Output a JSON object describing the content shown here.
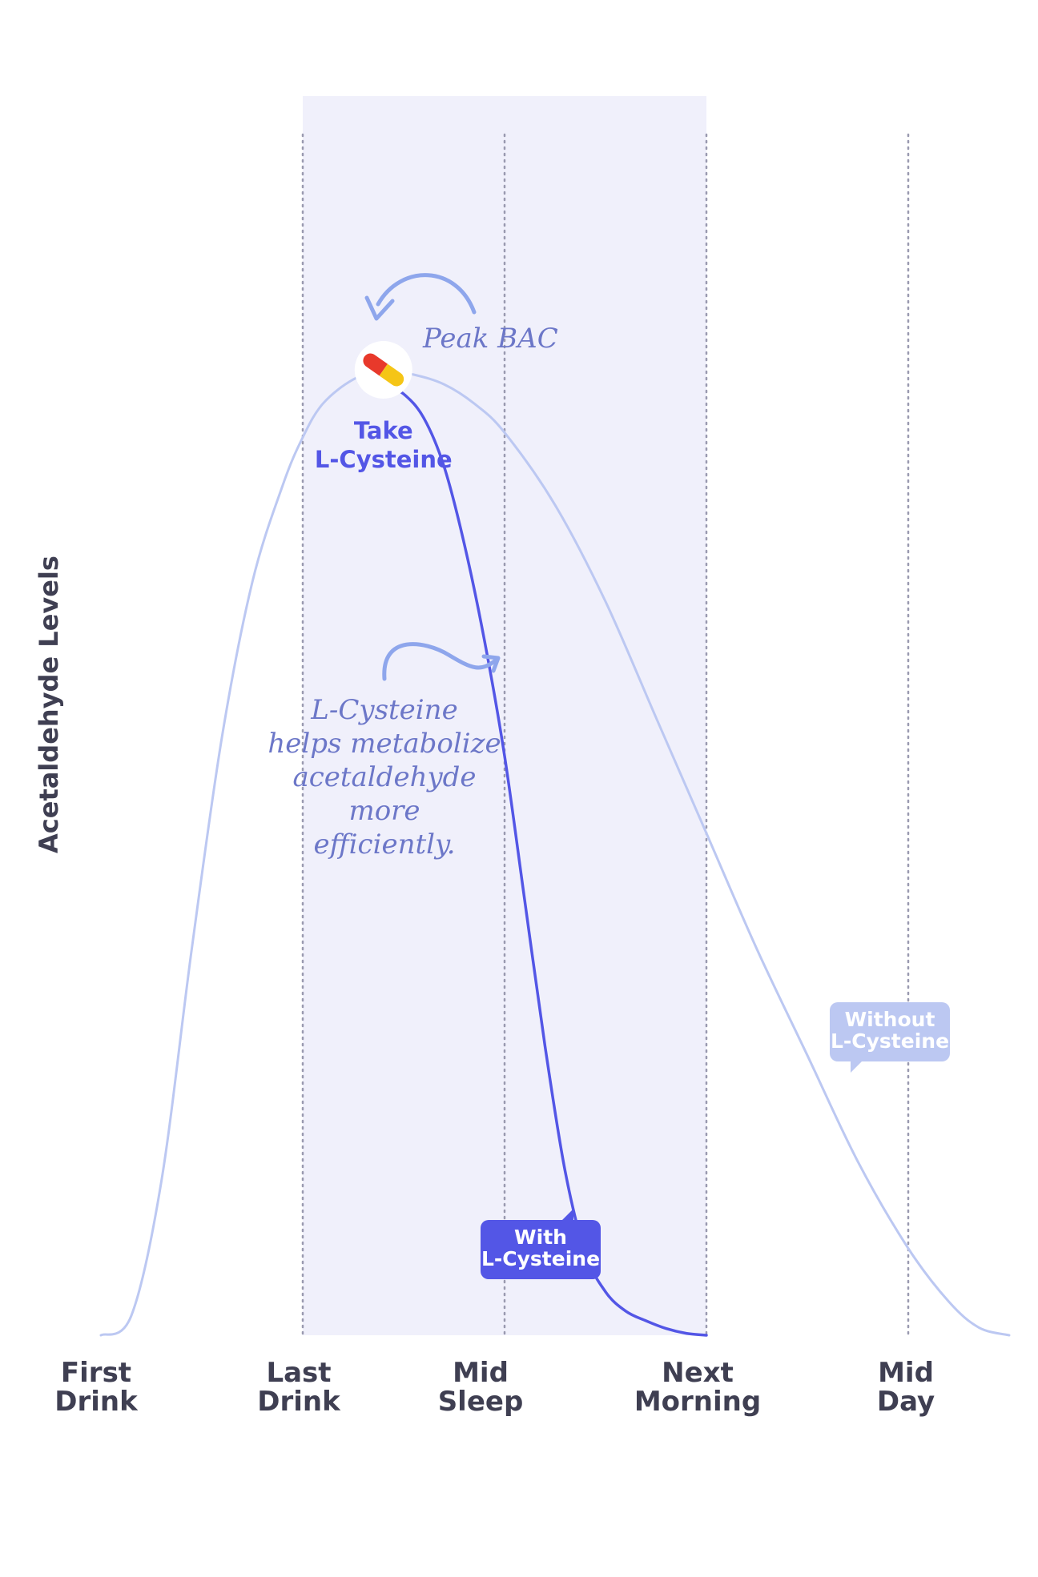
{
  "chart_data": {
    "type": "line",
    "title": "",
    "xlabel": "",
    "ylabel": "Acetaldehyde Levels",
    "x_ticks": [
      {
        "id": "first-drink",
        "lines": [
          "First",
          "Drink"
        ]
      },
      {
        "id": "last-drink",
        "lines": [
          "Last",
          "Drink"
        ]
      },
      {
        "id": "mid-sleep",
        "lines": [
          "Mid",
          "Sleep"
        ]
      },
      {
        "id": "next-morning",
        "lines": [
          "Next",
          "Morning"
        ]
      },
      {
        "id": "mid-day",
        "lines": [
          "Mid",
          "Day"
        ]
      }
    ],
    "xlim": [
      0,
      4.5
    ],
    "ylim": [
      0,
      1
    ],
    "grid": {
      "vertical_dotted_at": [
        1,
        2,
        3,
        4
      ],
      "horizontal": false
    },
    "shaded_region": {
      "x_start": 1,
      "x_end": 3
    },
    "series": [
      {
        "id": "without",
        "name_lines": [
          "Without",
          "L-Cysteine"
        ],
        "color": "#bcc8f2",
        "x": [
          0,
          0.15,
          0.3,
          0.45,
          0.6,
          0.75,
          0.9,
          1.0,
          1.1,
          1.25,
          1.4,
          1.55,
          1.7,
          1.85,
          2.0,
          2.25,
          2.5,
          2.75,
          3.0,
          3.25,
          3.5,
          3.75,
          4.0,
          4.2,
          4.35,
          4.5
        ],
        "y": [
          0,
          0.02,
          0.16,
          0.4,
          0.62,
          0.78,
          0.88,
          0.93,
          0.965,
          0.99,
          1.0,
          0.995,
          0.985,
          0.965,
          0.935,
          0.86,
          0.76,
          0.64,
          0.52,
          0.4,
          0.29,
          0.18,
          0.09,
          0.035,
          0.008,
          0
        ]
      },
      {
        "id": "with",
        "name_lines": [
          "With",
          "L-Cysteine"
        ],
        "color": "#5356e6",
        "x": [
          1.4,
          1.5,
          1.6,
          1.7,
          1.8,
          1.9,
          2.0,
          2.1,
          2.2,
          2.3,
          2.4,
          2.5,
          2.6,
          2.7,
          2.8,
          2.9,
          3.0
        ],
        "y": [
          0.985,
          0.975,
          0.95,
          0.9,
          0.82,
          0.72,
          0.6,
          0.45,
          0.3,
          0.17,
          0.085,
          0.045,
          0.025,
          0.015,
          0.007,
          0.002,
          0
        ]
      }
    ],
    "annotations": {
      "peak": {
        "text": "Peak BAC",
        "x": 1.4,
        "y": 1.0
      },
      "dose": {
        "lines": [
          "Take",
          "L-Cysteine"
        ],
        "x": 1.4,
        "y": 1.0
      },
      "note": {
        "lines": [
          "L-Cysteine",
          "helps metabolize",
          "acetaldehyde",
          "more",
          "efficiently."
        ]
      }
    }
  }
}
